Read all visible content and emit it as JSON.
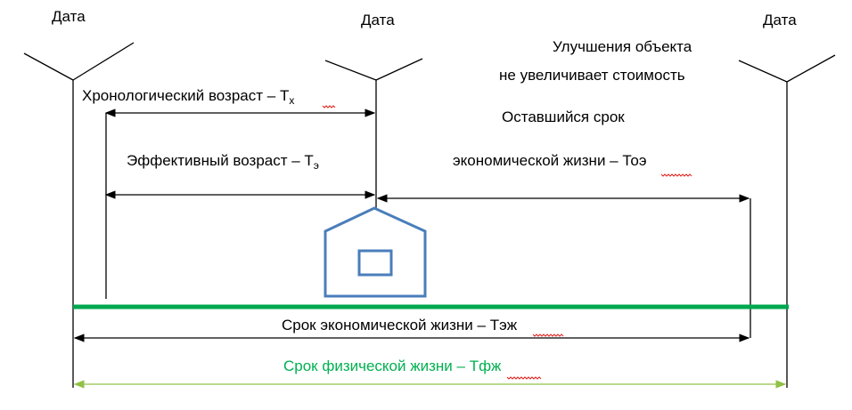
{
  "markers": {
    "left_label": "Дата",
    "middle_label": "Дата",
    "right_label": "Дата"
  },
  "note": {
    "line1": "Улучшения объекта",
    "line2": "не увеличивает стоимость"
  },
  "chronological_age": {
    "text": "Хронологический возраст  – Т",
    "subscript": "х"
  },
  "effective_age": {
    "text": "Эффективный возраст – Т",
    "subscript": "э"
  },
  "remaining_life": {
    "line1": "Оставшийся срок",
    "line2_text": "экономической жизни –  ",
    "line2_code": "Тоэ"
  },
  "economic_life": {
    "text": "Срок экономической жизни – ",
    "code": "Тэж"
  },
  "physical_life": {
    "text": "Срок физической жизни  – ",
    "code": "Тфж"
  },
  "colors": {
    "main_line": "#00a84f",
    "physical_life_arrow": "#92c047",
    "physical_life_text": "#00b050",
    "house": "#4a7ebb",
    "arrows": "#000000"
  }
}
